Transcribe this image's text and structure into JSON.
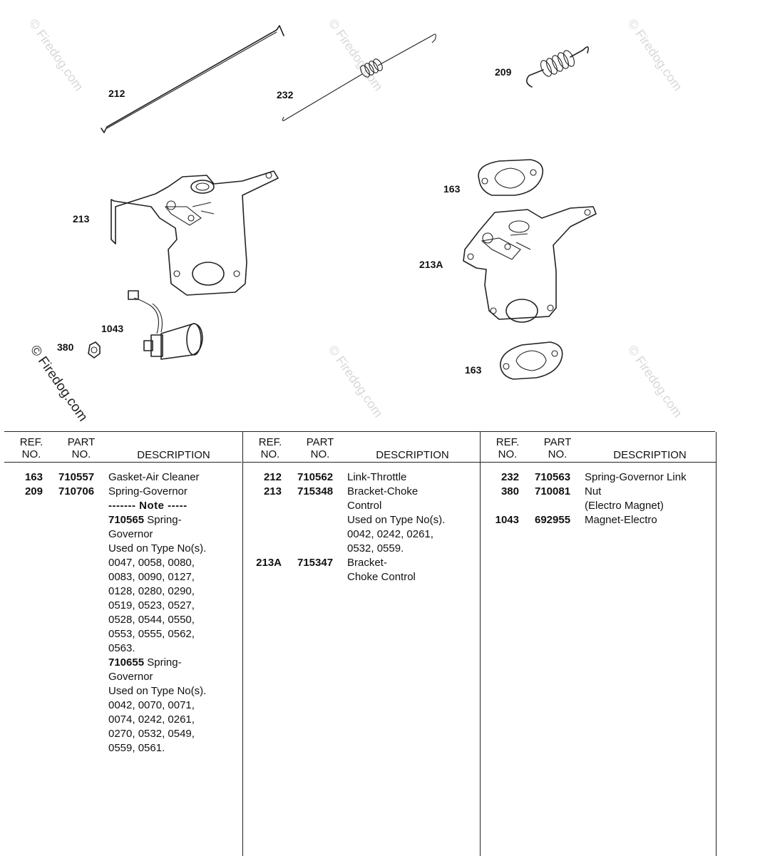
{
  "watermark": "© Firedog.com",
  "callouts": {
    "c212": "212",
    "c232": "232",
    "c209": "209",
    "c213": "213",
    "c163a": "163",
    "c213A": "213A",
    "c1043": "1043",
    "c380": "380",
    "c163b": "163"
  },
  "table": {
    "headers": {
      "ref_1": "REF.",
      "ref_2": "NO.",
      "part_1": "PART",
      "part_2": "NO.",
      "desc": "DESCRIPTION"
    },
    "columns": [
      [
        {
          "ref": "163",
          "part": "710557",
          "desc": [
            "Gasket-Air Cleaner"
          ]
        },
        {
          "ref": "209",
          "part": "710706",
          "desc": [
            "Spring-Governor"
          ]
        },
        {
          "ref": "",
          "part": "",
          "note": "------- Note -----"
        },
        {
          "ref": "",
          "part": "",
          "sub_part": "710565",
          "sub_desc": " Spring-",
          "desc": [
            "Governor",
            "Used on Type No(s).",
            "0047, 0058, 0080,",
            "0083, 0090, 0127,",
            "0128, 0280, 0290,",
            "0519, 0523, 0527,",
            "0528, 0544, 0550,",
            "0553, 0555, 0562,",
            "0563."
          ]
        },
        {
          "ref": "",
          "part": "",
          "sub_part": "710655",
          "sub_desc": " Spring-",
          "desc": [
            "Governor",
            "Used on Type No(s).",
            "0042, 0070, 0071,",
            "0074, 0242, 0261,",
            "0270, 0532, 0549,",
            "0559, 0561."
          ]
        }
      ],
      [
        {
          "ref": "212",
          "part": "710562",
          "desc": [
            "Link-Throttle"
          ]
        },
        {
          "ref": "213",
          "part": "715348",
          "desc": [
            "Bracket-Choke",
            "Control",
            "Used on Type No(s).",
            "0042, 0242, 0261,",
            "0532, 0559."
          ]
        },
        {
          "ref": "213A",
          "part": "715347",
          "desc": [
            "Bracket-",
            "Choke Control"
          ]
        }
      ],
      [
        {
          "ref": "232",
          "part": "710563",
          "desc": [
            "Spring-Governor Link"
          ]
        },
        {
          "ref": "380",
          "part": "710081",
          "desc": [
            "Nut",
            "(Electro Magnet)"
          ]
        },
        {
          "ref": "1043",
          "part": "692955",
          "desc": [
            "Magnet-Electro"
          ]
        }
      ]
    ]
  }
}
